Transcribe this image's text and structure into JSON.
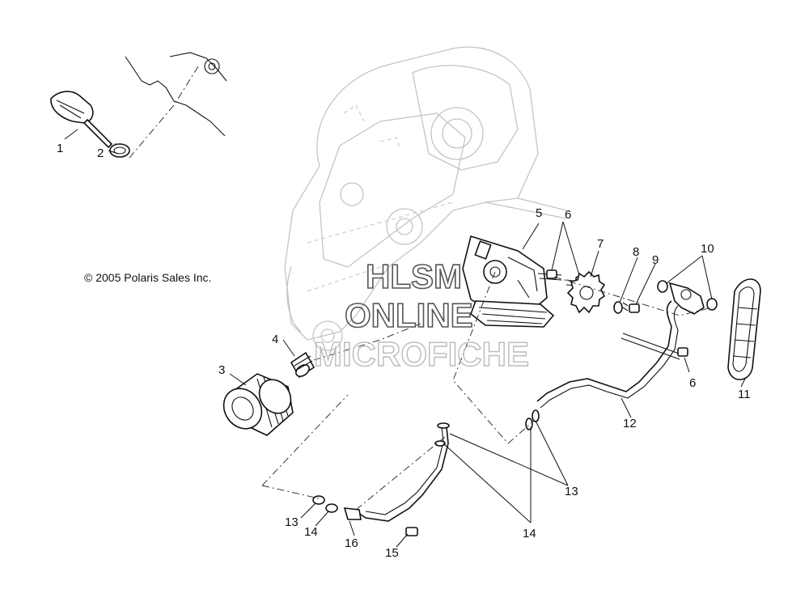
{
  "copyright": "© 2005 Polaris Sales Inc.",
  "watermark": {
    "line1": "HLSM",
    "line2": "ONLINE",
    "line3": "MICROFICHE"
  },
  "callouts": {
    "c1": "1",
    "c2": "2",
    "c3": "3",
    "c4": "4",
    "c5": "5",
    "c6a": "6",
    "c6b": "6",
    "c7": "7",
    "c8": "8",
    "c9": "9",
    "c10": "10",
    "c11": "11",
    "c12": "12",
    "c13a": "13",
    "c13b": "13",
    "c14a": "14",
    "c14b": "14",
    "c15": "15",
    "c16": "16"
  }
}
